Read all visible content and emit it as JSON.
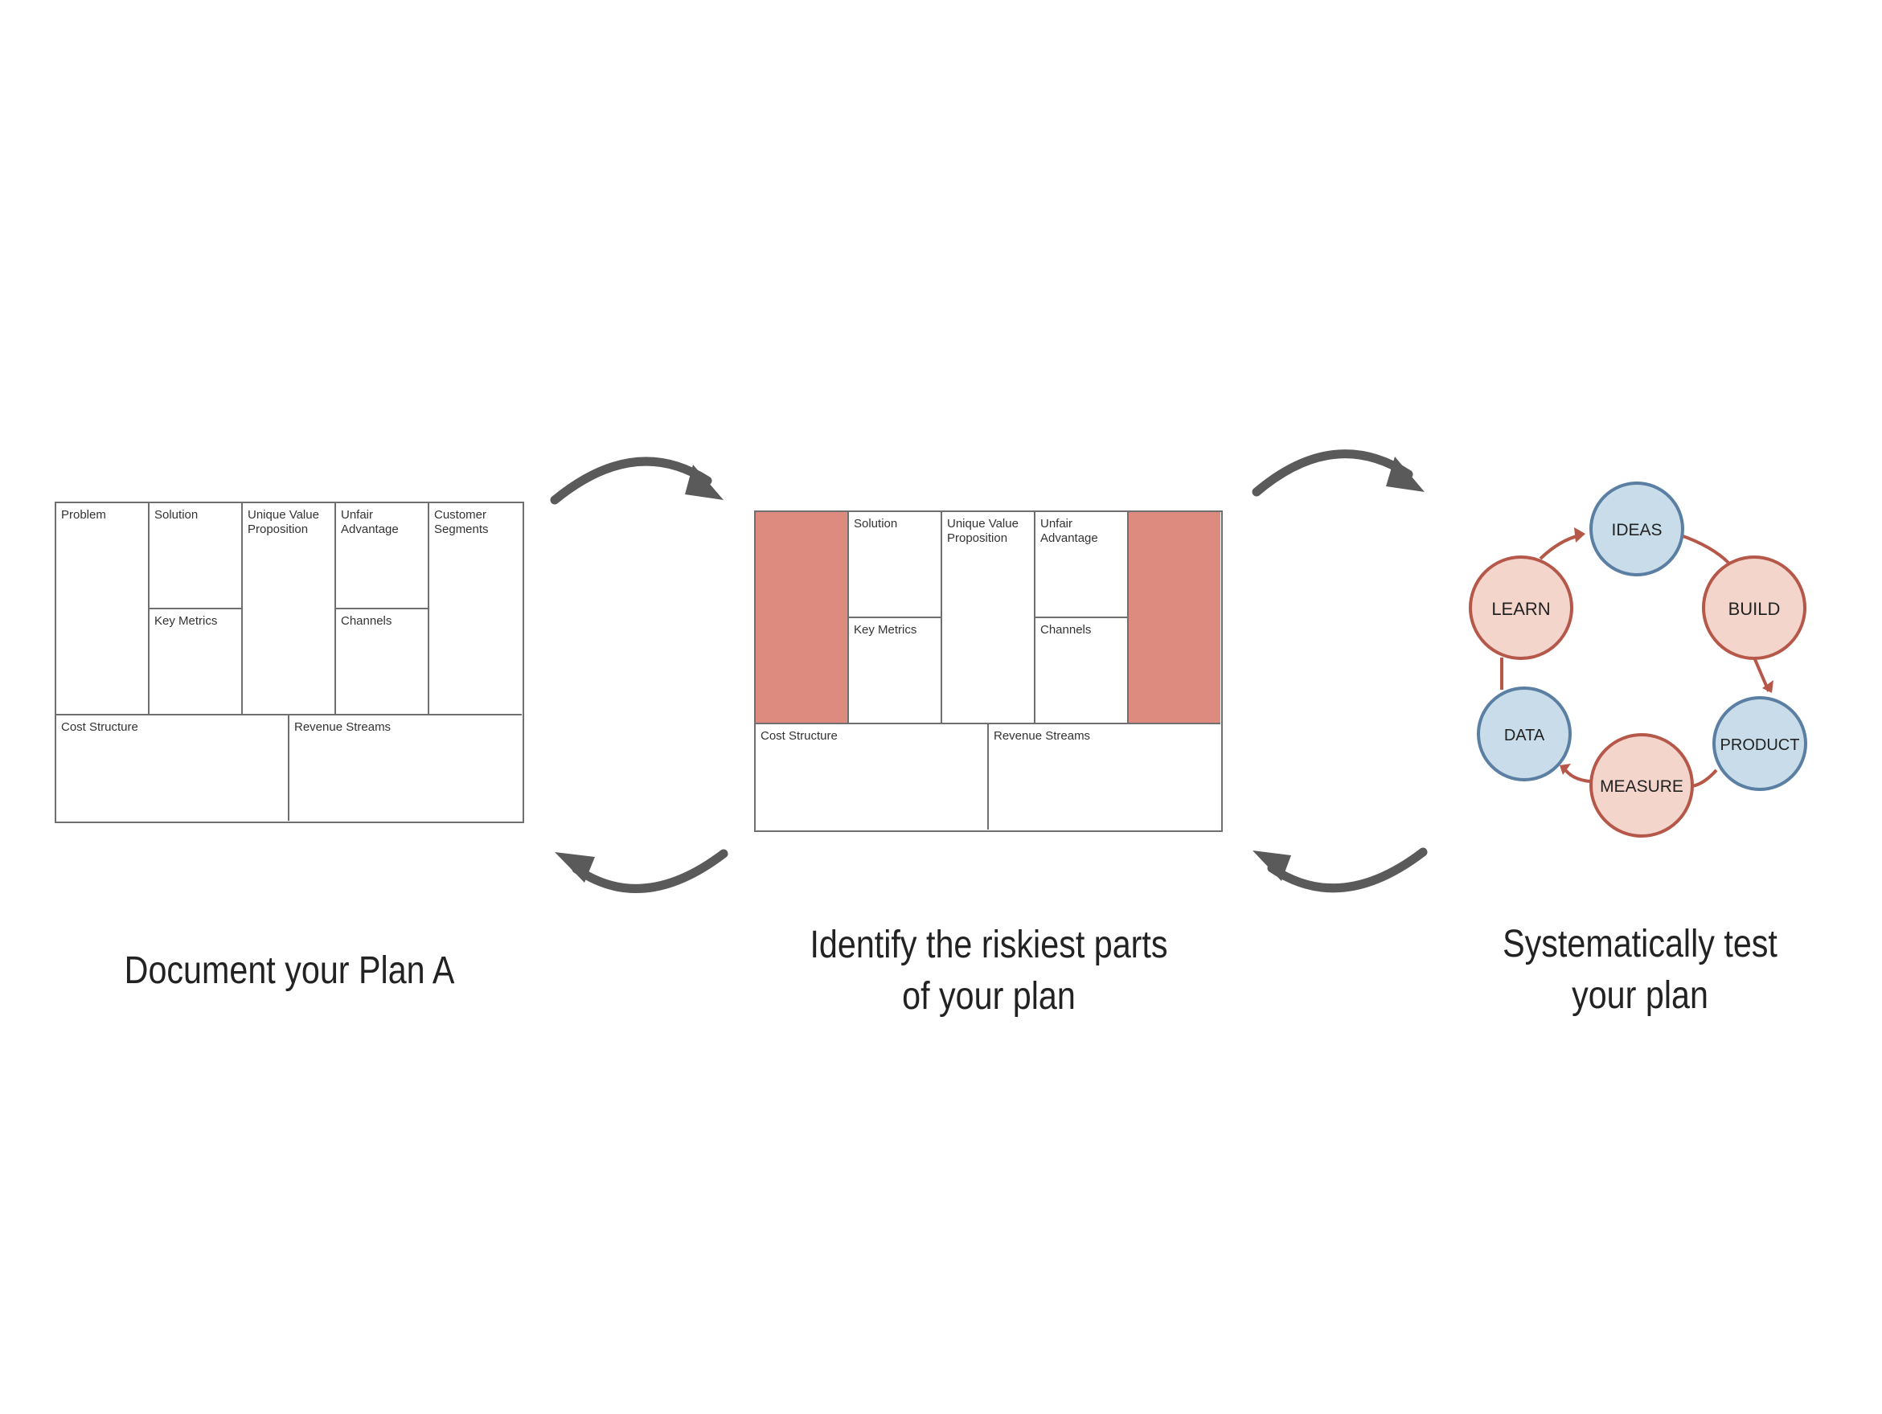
{
  "colors": {
    "risk_fill": "#de8b7f",
    "arrow": "#5a5a5a",
    "border": "#6f6f6f",
    "blue_fill": "#c9dce9",
    "blue_stroke": "#5a7fa3",
    "red_fill": "#f3d5cc",
    "red_stroke": "#b5584a",
    "cycle_arrow": "#b5584a"
  },
  "step1": {
    "canvas": {
      "problem": "Problem",
      "solution": "Solution",
      "key_metrics": "Key Metrics",
      "uvp": "Unique Value\nProposition",
      "unfair_advantage": "Unfair\nAdvantage",
      "channels": "Channels",
      "customer_segments": "Customer\nSegments",
      "cost_structure": "Cost Structure",
      "revenue_streams": "Revenue Streams"
    },
    "caption": "Document your Plan A"
  },
  "step2": {
    "canvas": {
      "solution": "Solution",
      "key_metrics": "Key Metrics",
      "uvp": "Unique Value\nProposition",
      "unfair_advantage": "Unfair\nAdvantage",
      "channels": "Channels",
      "cost_structure": "Cost Structure",
      "revenue_streams": "Revenue Streams"
    },
    "highlighted_blocks": [
      "left column",
      "right column"
    ],
    "caption_line1": "Identify the riskiest parts",
    "caption_line2": "of your plan"
  },
  "step3": {
    "cycle": {
      "ideas": "IDEAS",
      "build": "BUILD",
      "product": "PRODUCT",
      "measure": "MEASURE",
      "data": "DATA",
      "learn": "LEARN"
    },
    "caption_line1": "Systematically test",
    "caption_line2": "your plan"
  },
  "icons": {
    "forward_arrow": "curved-arrow-right",
    "back_arrow": "curved-arrow-left"
  }
}
